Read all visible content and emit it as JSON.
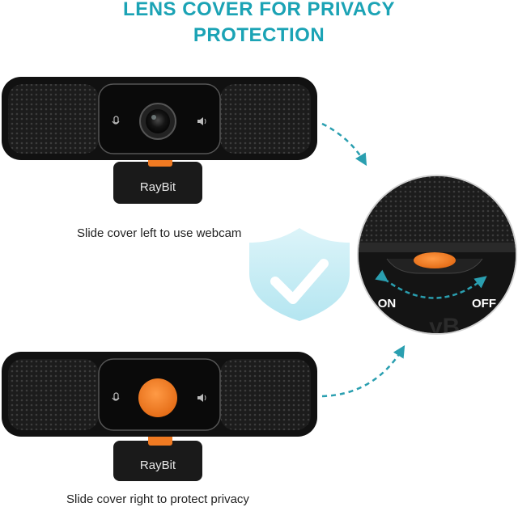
{
  "title": {
    "line1": "LENS COVER FOR PRIVACY",
    "line2": "PROTECTION"
  },
  "captions": {
    "top": "Slide cover left to use webcam",
    "bottom": "Slide cover right to protect privacy"
  },
  "webcam": {
    "brand": "RayBit"
  },
  "zoom": {
    "on_label": "ON",
    "off_label": "OFF"
  },
  "colors": {
    "title": "#1ba3b5",
    "cover": "#f07a22",
    "shield": "#bfe9f3",
    "arrow": "#2a9fb0"
  },
  "icons": [
    "microphone-icon",
    "speaker-icon",
    "shield-check-icon"
  ]
}
